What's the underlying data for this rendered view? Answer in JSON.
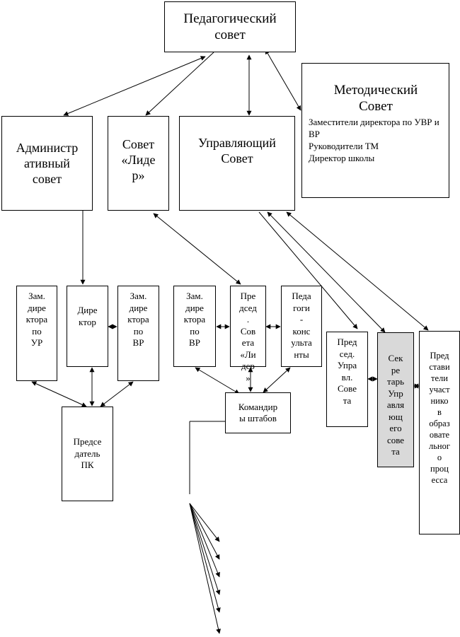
{
  "nodes": {
    "ped_sovet": "Педагогический\nсовет",
    "metod_sovet": {
      "title": "Методический\nСовет",
      "items": [
        "Заместители директора по УВР и ВР",
        "Руководители ТМ",
        "Директор школы"
      ]
    },
    "admin_sovet": "Администр\nативный\nсовет",
    "sovet_lider": "Совет\n«Лиде\nр»",
    "upr_sovet": "Управляющий\nСовет",
    "zam_ur": "Зам.\nдире\nктора\nпо\nУР",
    "direktor": "Дире\nктор",
    "zam_vr_1": "Зам.\nдире\nктора\nпо\nВР",
    "zam_vr_2": "Зам.\nдире\nктора\nпо\nВР",
    "pred_lider": "Пре\nдсед\n.\nСов\nета\n«Ли\nдер\n»",
    "pedagogi": "Педа\nгоги\n-\nконс\nульта\nнты",
    "pred_upr": "Пред\nсед.\nУпра\nвл.\nСове\nта",
    "sekretar": "Сек\nре\nтарь\nУпр\nавля\nющ\nего\nсове\nта",
    "predstaviteli": "Пред\nстави\nтели\nучаст\nнико\nв\nобраз\nовате\nльног\nо\nпроц\nесса",
    "pred_pk": "Предсе\nдатель\nПК",
    "komandiry": "Командир\nы штабов"
  },
  "colors": {
    "line": "#000000",
    "box_border": "#000000",
    "secretary_fill": "#d9d9d9"
  }
}
